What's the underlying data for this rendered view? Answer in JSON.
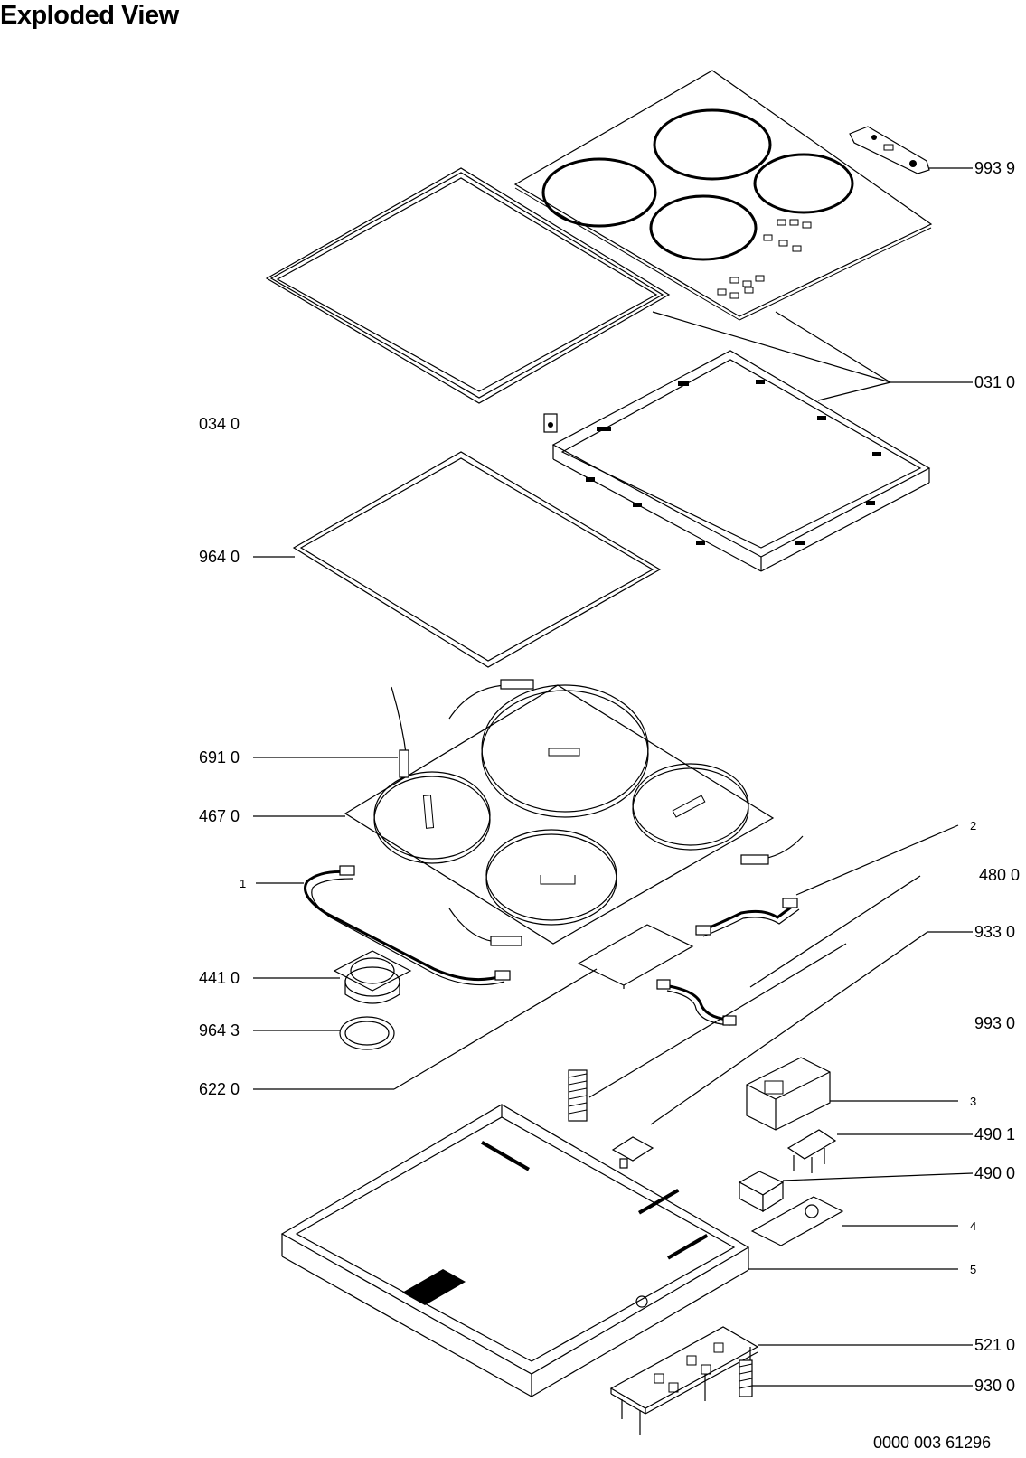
{
  "title": "Exploded View",
  "drawing_number": "0000 003 61296",
  "callouts": {
    "p993_9": "993 9",
    "p031_0": "031 0",
    "p034_0": "034 0",
    "p964_0": "964 0",
    "p691_0": "691 0",
    "p467_0": "467 0",
    "p2": "2",
    "p480_0": "480 0",
    "p1": "1",
    "p933_0": "933 0",
    "p441_0": "441 0",
    "p964_3": "964 3",
    "p993_0": "993 0",
    "p622_0": "622 0",
    "p3": "3",
    "p490_1": "490 1",
    "p490_0": "490 0",
    "p4": "4",
    "p5": "5",
    "p521_0": "521 0",
    "p930_0": "930 0"
  }
}
